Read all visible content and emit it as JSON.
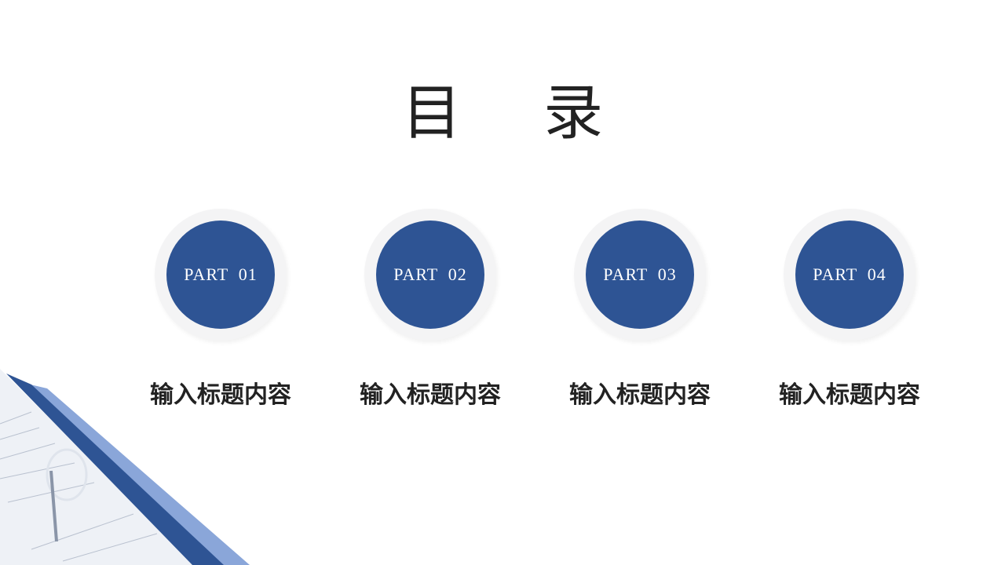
{
  "title": "目 录",
  "colors": {
    "accent": "#2e5494",
    "accent_light": "#8aa6d9"
  },
  "parts": [
    {
      "badge": "PART  01",
      "label": "输入标题内容"
    },
    {
      "badge": "PART  02",
      "label": "输入标题内容"
    },
    {
      "badge": "PART  03",
      "label": "输入标题内容"
    },
    {
      "badge": "PART  04",
      "label": "输入标题内容"
    }
  ]
}
